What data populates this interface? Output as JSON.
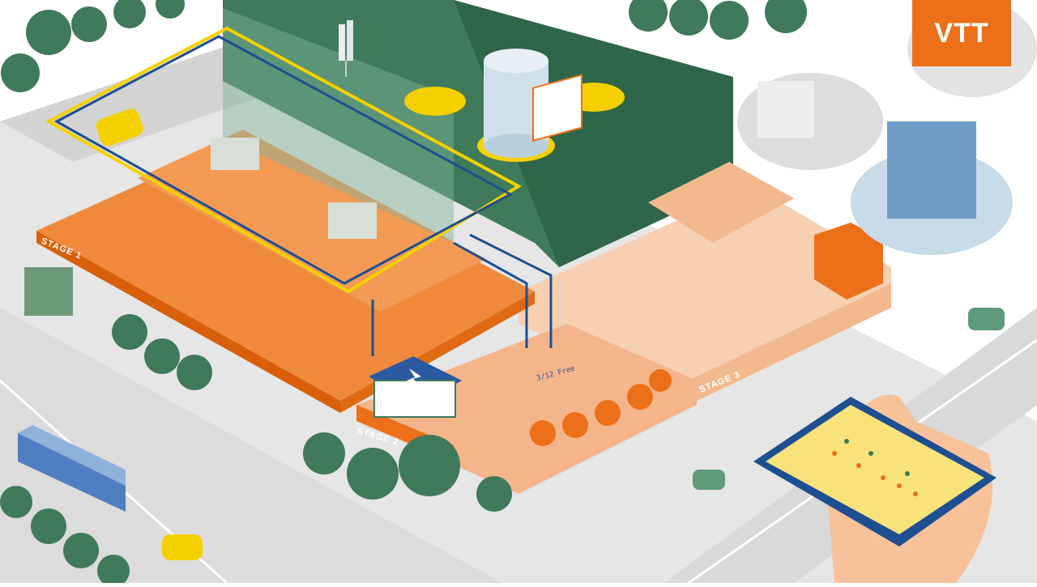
{
  "brand": {
    "logo": "VTT",
    "color": "#ec7019"
  },
  "stages": [
    {
      "label": "STAGE 1"
    },
    {
      "label": "STAGE 2"
    },
    {
      "label": "STAGE 3"
    }
  ],
  "parking_sign": {
    "text": "3/12 Free",
    "arrows": "→→"
  },
  "palette": {
    "orange": "#ec7019",
    "light_orange": "#f6c7a4",
    "green_building": "#3f7a5a",
    "road": "#d9d9d9",
    "power_blue": "#1d4f91",
    "power_yellow": "#f5d000"
  },
  "icons": [
    "lightning-icon",
    "antenna-icon",
    "battery-cylinder-icon",
    "map-tablet-icon",
    "hand-icon"
  ]
}
